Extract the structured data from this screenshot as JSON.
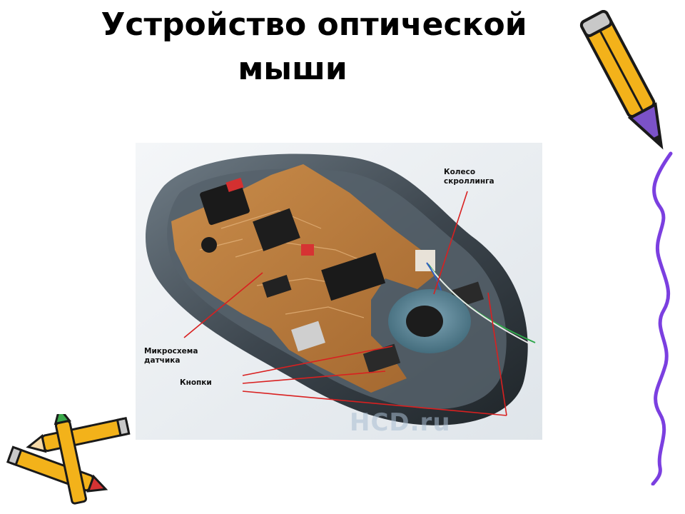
{
  "slide": {
    "title_line1": "Устройство оптической",
    "title_line2": "мыши"
  },
  "photo": {
    "labels": {
      "scroll_wheel": "Колесо\nскроллинга",
      "sensor_chip": "Микросхема\nдатчика",
      "buttons": "Кнопки"
    },
    "watermark": "HCD.ru",
    "leader_color": "#d92020"
  },
  "decorations": {
    "pencil_top_right": "pencil-icon",
    "squiggle_right": "squiggle-line",
    "pencils_bottom_left": "crossed-pencils-icon"
  }
}
